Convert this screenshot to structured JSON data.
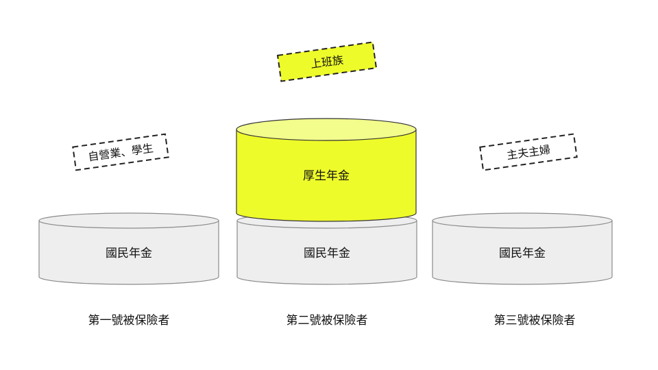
{
  "columns": [
    {
      "group_label": "第一號被保險者",
      "tag": "自營業、學生",
      "base": "國民年金"
    },
    {
      "group_label": "第二號被保險者",
      "tag": "上班族",
      "base": "國民年金",
      "upper": "厚生年金"
    },
    {
      "group_label": "第三號被保險者",
      "tag": "主夫主婦",
      "base": "國民年金"
    }
  ],
  "colors": {
    "base_fill": "#eeeeee",
    "upper_fill": "#eefb2a",
    "upper_top_fill": "#f3fd8c",
    "tag_highlight": "#eefb2a"
  }
}
